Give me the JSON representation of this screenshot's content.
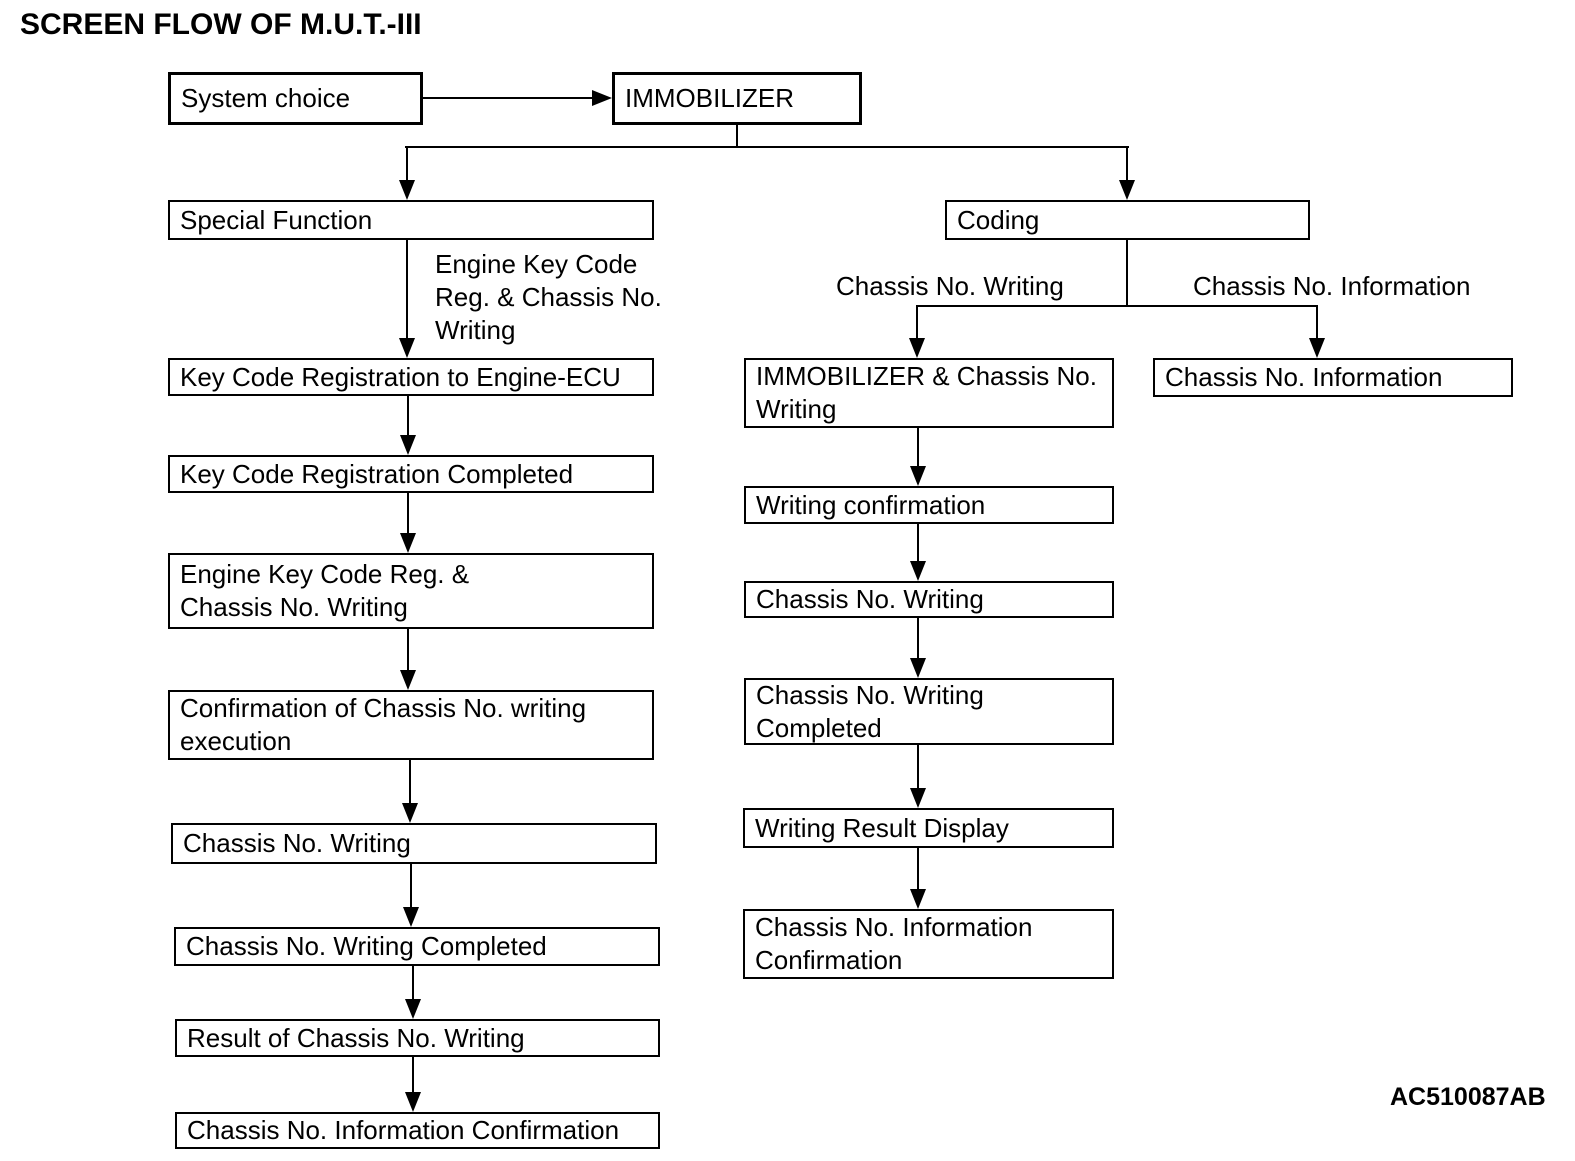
{
  "title": "SCREEN FLOW OF M.U.T.-III",
  "figure_code": "AC510087AB",
  "nodes": {
    "system_choice": {
      "label": "System choice"
    },
    "immobilizer": {
      "label": "IMMOBILIZER"
    },
    "special_function": {
      "label": "Special Function"
    },
    "coding": {
      "label": "Coding"
    },
    "key_code_registration_ecu": {
      "label": "Key Code Registration to Engine-ECU"
    },
    "key_code_registration_completed": {
      "label": "Key Code Registration Completed"
    },
    "engine_key_code_reg_chassis_writing": {
      "label": "Engine Key Code Reg. &\nChassis No. Writing"
    },
    "confirmation_chassis_writing_execution": {
      "label": "Confirmation of Chassis No. writing\nexecution"
    },
    "chassis_no_writing_left": {
      "label": "Chassis No. Writing"
    },
    "chassis_no_writing_completed_left": {
      "label": "Chassis No. Writing Completed"
    },
    "result_of_chassis_no_writing": {
      "label": "Result of Chassis No. Writing"
    },
    "chassis_no_information_confirmation_left": {
      "label": "Chassis No. Information Confirmation"
    },
    "immobilizer_chassis_no_writing": {
      "label": "IMMOBILIZER & Chassis No.\nWriting"
    },
    "chassis_no_information_box": {
      "label": "Chassis No. Information"
    },
    "writing_confirmation": {
      "label": "Writing confirmation"
    },
    "chassis_no_writing_right": {
      "label": "Chassis No. Writing"
    },
    "chassis_no_writing_completed_right": {
      "label": "Chassis No. Writing\nCompleted"
    },
    "writing_result_display": {
      "label": "Writing Result Display"
    },
    "chassis_no_information_confirmation_right": {
      "label": "Chassis No. Information\nConfirmation"
    }
  },
  "edge_labels": {
    "engine_key_code_reg": "Engine Key Code\nReg. & Chassis No.\nWriting",
    "chassis_no_writing": "Chassis No. Writing",
    "chassis_no_information": "Chassis No. Information"
  }
}
